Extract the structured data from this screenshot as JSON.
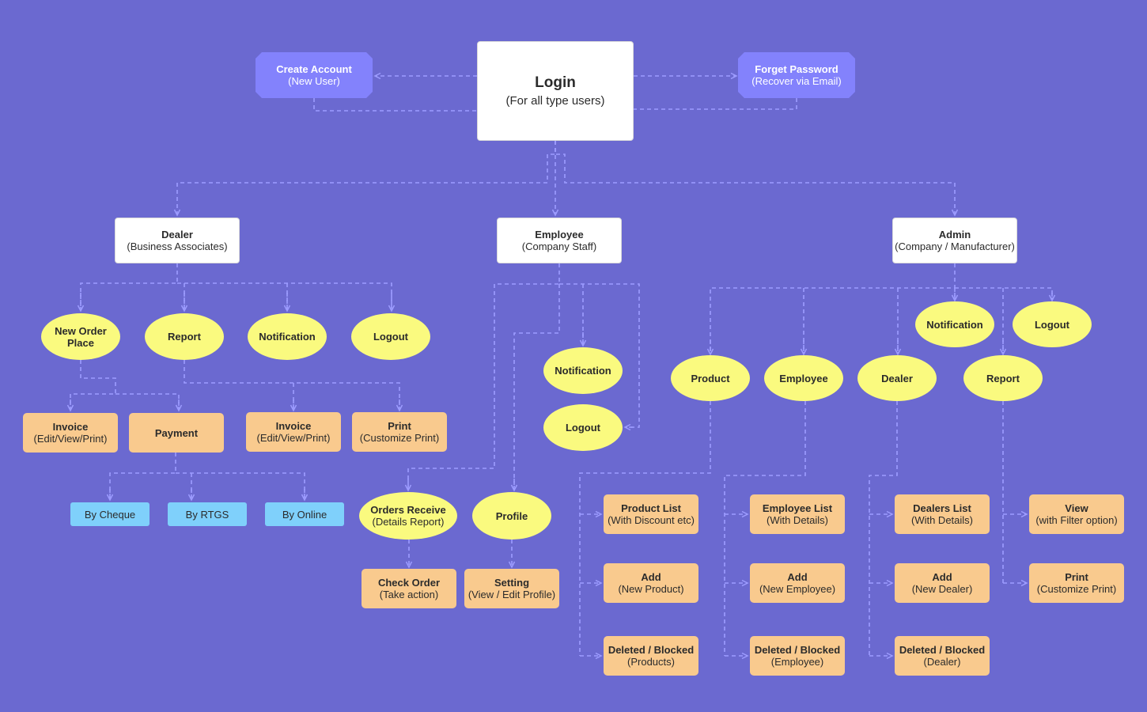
{
  "colors": {
    "background": "#6b69d0",
    "connector": "#9d9cff",
    "white_box": "#ffffff",
    "purple_box": "#8382fc",
    "yellow_oval": "#fafa7f",
    "orange_box": "#f9ca8e",
    "blue_box": "#7fd0fb"
  },
  "nodes": {
    "login": {
      "title": "Login",
      "subtitle": "(For all type users)"
    },
    "create_account": {
      "title": "Create Account",
      "subtitle": "(New User)"
    },
    "forget_password": {
      "title": "Forget Password",
      "subtitle": "(Recover via Email)"
    },
    "dealer": {
      "title": "Dealer",
      "subtitle": "(Business Associates)"
    },
    "employee": {
      "title": "Employee",
      "subtitle": "(Company Staff)"
    },
    "admin": {
      "title": "Admin",
      "subtitle": "(Company / Manufacturer)"
    },
    "d_new_order": {
      "title": "New Order Place"
    },
    "d_report": {
      "title": "Report"
    },
    "d_notification": {
      "title": "Notification"
    },
    "d_logout": {
      "title": "Logout"
    },
    "d_invoice": {
      "title": "Invoice",
      "subtitle": "(Edit/View/Print)"
    },
    "d_payment": {
      "title": "Payment"
    },
    "d_report_invoice": {
      "title": "Invoice",
      "subtitle": "(Edit/View/Print)"
    },
    "d_report_print": {
      "title": "Print",
      "subtitle": "(Customize Print)"
    },
    "by_cheque": {
      "title": "By Cheque"
    },
    "by_rtgs": {
      "title": "By RTGS"
    },
    "by_online": {
      "title": "By Online"
    },
    "e_notification": {
      "title": "Notification"
    },
    "e_logout": {
      "title": "Logout"
    },
    "e_orders_receive": {
      "title": "Orders Receive",
      "subtitle": "(Details Report)"
    },
    "e_profile": {
      "title": "Profile"
    },
    "e_check_order": {
      "title": "Check Order",
      "subtitle": "(Take action)"
    },
    "e_setting": {
      "title": "Setting",
      "subtitle": "(View / Edit Profile)"
    },
    "a_notification": {
      "title": "Notification"
    },
    "a_logout": {
      "title": "Logout"
    },
    "a_product": {
      "title": "Product"
    },
    "a_employee": {
      "title": "Employee"
    },
    "a_dealer": {
      "title": "Dealer"
    },
    "a_report": {
      "title": "Report"
    },
    "p_list": {
      "title": "Product List",
      "subtitle": "(With Discount etc)"
    },
    "p_add": {
      "title": "Add",
      "subtitle": "(New Product)"
    },
    "p_deleted": {
      "title": "Deleted / Blocked",
      "subtitle": "(Products)"
    },
    "em_list": {
      "title": "Employee List",
      "subtitle": "(With Details)"
    },
    "em_add": {
      "title": "Add",
      "subtitle": "(New Employee)"
    },
    "em_deleted": {
      "title": "Deleted / Blocked",
      "subtitle": "(Employee)"
    },
    "dl_list": {
      "title": "Dealers List",
      "subtitle": "(With Details)"
    },
    "dl_add": {
      "title": "Add",
      "subtitle": "(New Dealer)"
    },
    "dl_deleted": {
      "title": "Deleted / Blocked",
      "subtitle": "(Dealer)"
    },
    "r_view": {
      "title": "View",
      "subtitle": "(with Filter option)"
    },
    "r_print": {
      "title": "Print",
      "subtitle": "(Customize Print)"
    }
  }
}
